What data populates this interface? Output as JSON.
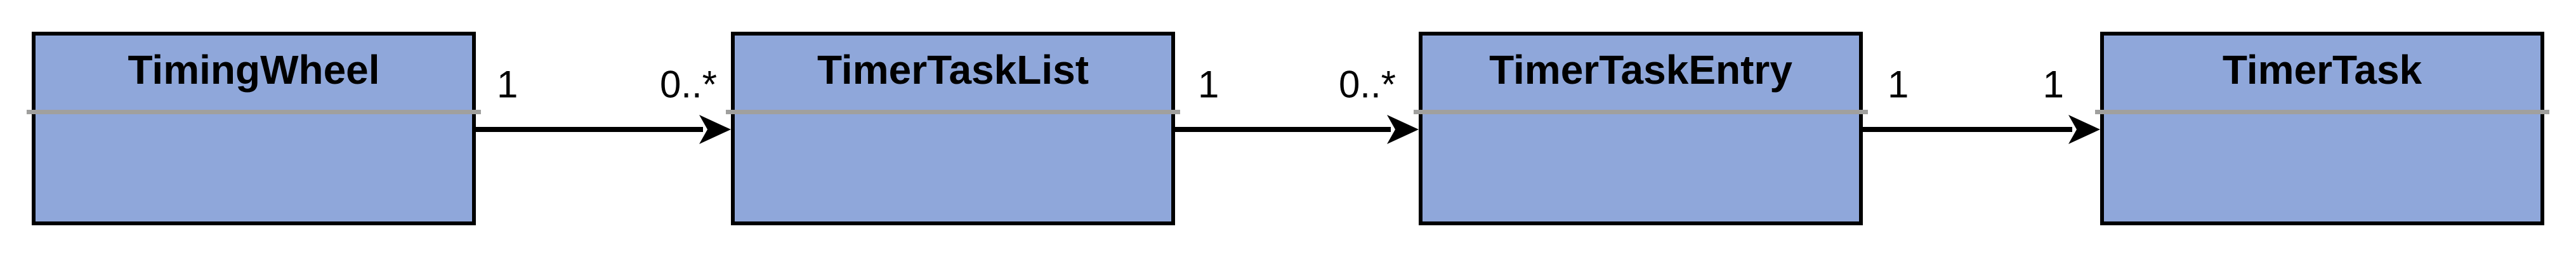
{
  "diagram": {
    "type": "uml-class-diagram",
    "background_color": "#ffffff",
    "box_fill_color": "#8FA7DA",
    "box_border_color": "#000000",
    "divider_color": "#A0A09E",
    "classes": [
      {
        "name": "TimingWheel"
      },
      {
        "name": "TimerTaskList"
      },
      {
        "name": "TimerTaskEntry"
      },
      {
        "name": "TimerTask"
      }
    ],
    "associations": [
      {
        "from": "TimingWheel",
        "to": "TimerTaskList",
        "source_multiplicity": "1",
        "target_multiplicity": "0..*"
      },
      {
        "from": "TimerTaskList",
        "to": "TimerTaskEntry",
        "source_multiplicity": "1",
        "target_multiplicity": "0..*"
      },
      {
        "from": "TimerTaskEntry",
        "to": "TimerTask",
        "source_multiplicity": "1",
        "target_multiplicity": "1"
      }
    ]
  }
}
